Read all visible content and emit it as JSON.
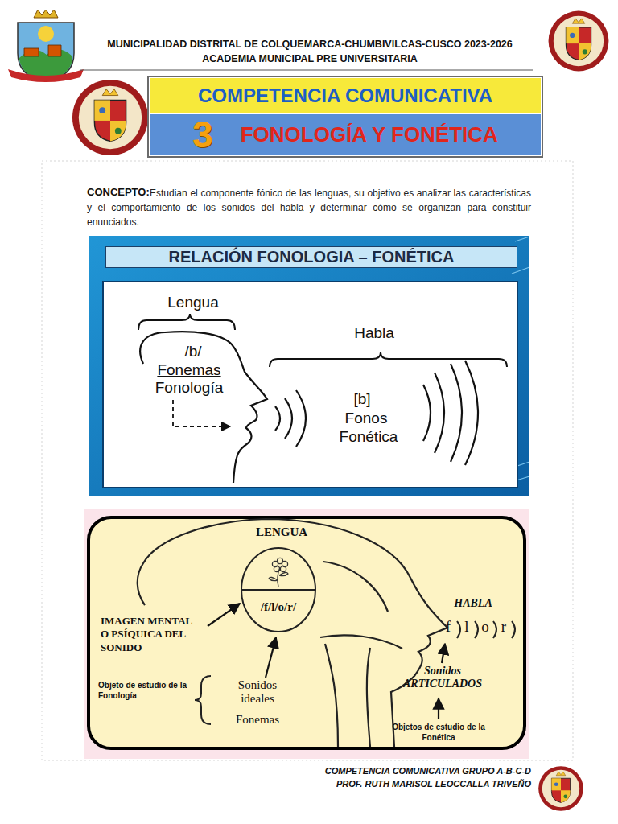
{
  "diagram": {
    "nodes": [
      {
        "text": [
          "COMPETENCIA COMUNICATIVA"
        ]
      },
      {
        "text": [
          "3",
          "FONOLOGÍA Y FONÉTICA"
        ]
      },
      {
        "text": [
          "RELACIÓN FONOLOGIA – FONÉTICA"
        ]
      },
      {
        "text": [
          "/f/l/o/r/"
        ]
      }
    ],
    "labels": [
      "MUNICIPALIDAD DISTRITAL DE COLQUEMARCA-CHUMBIVILCAS-CUSCO 2023-2026",
      "ACADEMIA MUNICIPAL PRE UNIVERSITARIA",
      "CONCEPTO:",
      "Estudian el componente fónico de las lenguas, su objetivo es analizar las características y el comportamiento de los sonidos del habla y determinar cómo se organizan para constituir enunciados.",
      "Lengua",
      "/b/",
      "Fonemas",
      "Fonología",
      "Habla",
      "[b]",
      "Fonos",
      "Fonética",
      "LENGUA",
      "HABLA",
      "f",
      "l",
      "o",
      "r",
      "IMAGEN MENTAL O PSÍQUICA DEL SONIDO",
      "Objeto de estudio de la Fonología",
      "Sonidos ideales",
      "Fonemas",
      "Sonidos ARTICULADOS",
      "Objetos de estudio de la Fonética",
      "COMPETENCIA COMUNICATIVA GRUPO A-B-C-D",
      "PROF. RUTH MARISOL LEOCCALLA TRIVEÑO"
    ]
  }
}
